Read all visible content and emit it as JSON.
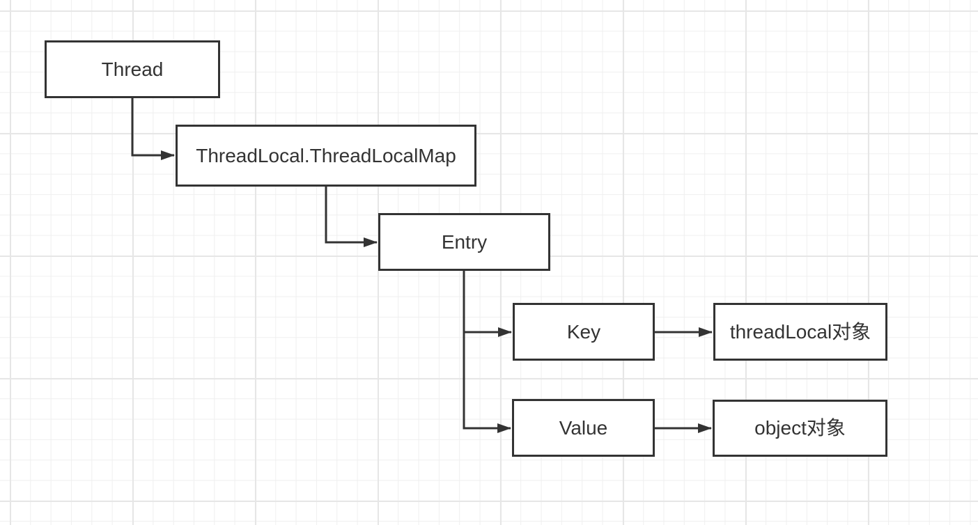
{
  "colors": {
    "background": "#ffffff",
    "grid_minor": "#efefef",
    "grid_major": "#e6e6e6",
    "node_fill": "#ffffff",
    "stroke": "#333333",
    "text": "#333333"
  },
  "diagram": {
    "nodes": [
      {
        "id": "thread",
        "label": "Thread"
      },
      {
        "id": "threadlocal-map",
        "label": "ThreadLocal.ThreadLocalMap"
      },
      {
        "id": "entry",
        "label": "Entry"
      },
      {
        "id": "key",
        "label": "Key"
      },
      {
        "id": "value",
        "label": "Value"
      },
      {
        "id": "threadlocal-object",
        "label": "threadLocal对象"
      },
      {
        "id": "object-object",
        "label": "object对象"
      }
    ],
    "edges": [
      {
        "from": "Thread",
        "to": "ThreadLocal.ThreadLocalMap"
      },
      {
        "from": "ThreadLocal.ThreadLocalMap",
        "to": "Entry"
      },
      {
        "from": "Entry",
        "to": "Key"
      },
      {
        "from": "Entry",
        "to": "Value"
      },
      {
        "from": "Key",
        "to": "threadLocal对象"
      },
      {
        "from": "Value",
        "to": "object对象"
      }
    ]
  }
}
